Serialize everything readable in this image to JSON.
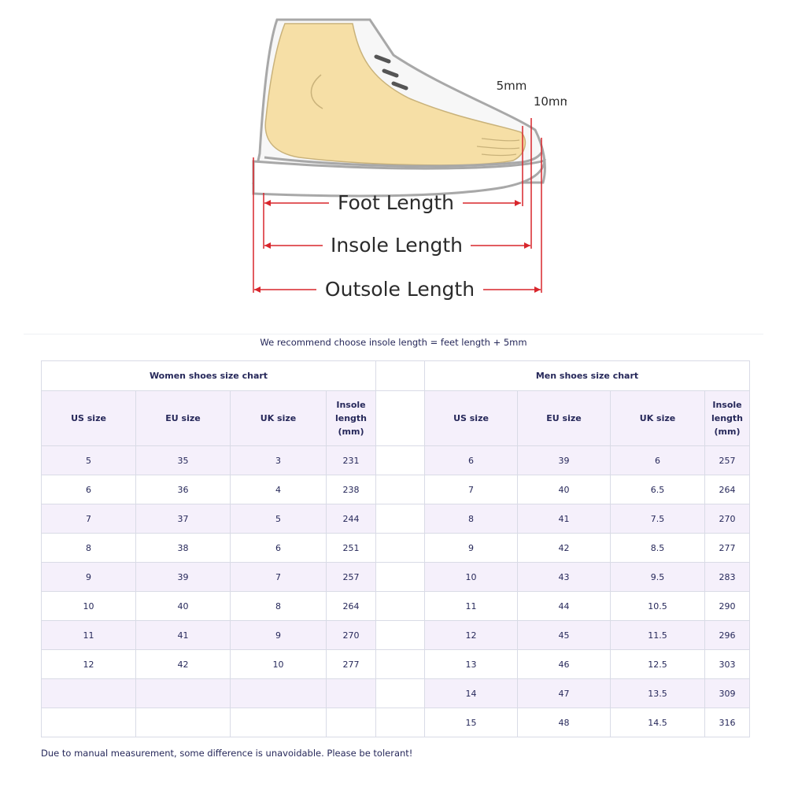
{
  "diagram": {
    "labels": {
      "foot_length": "Foot Length",
      "insole_length": "Insole Length",
      "outsole_length": "Outsole Length",
      "gap_5mm": "5mm",
      "gap_10mm": "10mm"
    },
    "colors": {
      "skin": "#f6dfa6",
      "measure_line": "#d8262c",
      "outline": "#9a9a9a"
    }
  },
  "recommendation": "We recommend choose insole length = feet length + 5mm",
  "table": {
    "women_title": "Women shoes size chart",
    "men_title": "Men shoes size chart",
    "headers": {
      "us": "US size",
      "eu": "EU size",
      "uk": "UK size",
      "insole_1": "Insole",
      "insole_2": "length",
      "insole_3": "(mm)"
    },
    "women_rows": [
      [
        "5",
        "35",
        "3",
        "231"
      ],
      [
        "6",
        "36",
        "4",
        "238"
      ],
      [
        "7",
        "37",
        "5",
        "244"
      ],
      [
        "8",
        "38",
        "6",
        "251"
      ],
      [
        "9",
        "39",
        "7",
        "257"
      ],
      [
        "10",
        "40",
        "8",
        "264"
      ],
      [
        "11",
        "41",
        "9",
        "270"
      ],
      [
        "12",
        "42",
        "10",
        "277"
      ],
      [
        "",
        "",
        "",
        ""
      ],
      [
        "",
        "",
        "",
        ""
      ]
    ],
    "men_rows": [
      [
        "6",
        "39",
        "6",
        "257"
      ],
      [
        "7",
        "40",
        "6.5",
        "264"
      ],
      [
        "8",
        "41",
        "7.5",
        "270"
      ],
      [
        "9",
        "42",
        "8.5",
        "277"
      ],
      [
        "10",
        "43",
        "9.5",
        "283"
      ],
      [
        "11",
        "44",
        "10.5",
        "290"
      ],
      [
        "12",
        "45",
        "11.5",
        "296"
      ],
      [
        "13",
        "46",
        "12.5",
        "303"
      ],
      [
        "14",
        "47",
        "13.5",
        "309"
      ],
      [
        "15",
        "48",
        "14.5",
        "316"
      ]
    ],
    "colors": {
      "row_tint": "#f5f0fb",
      "border": "#d9dbe6",
      "text": "#26285a"
    }
  },
  "footnote": "Due to manual measurement, some difference is unavoidable. Please be tolerant!"
}
